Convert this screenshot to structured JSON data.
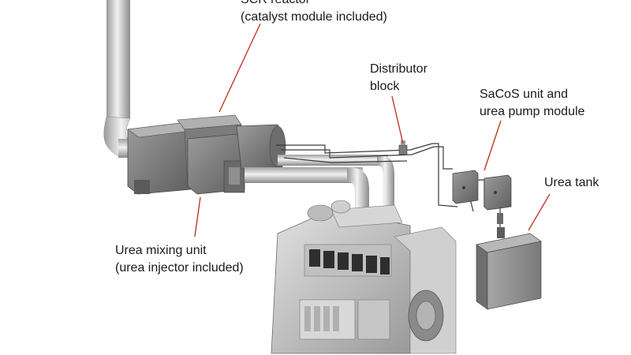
{
  "labels": {
    "scr_reactor": {
      "line1": "SCR reactor",
      "line2": "(catalyst module included)"
    },
    "distributor_block": {
      "line1": "Distributor",
      "line2": "block"
    },
    "sacos_unit": {
      "line1": "SaCoS unit and",
      "line2": "urea pump module"
    },
    "urea_tank": {
      "line1": "Urea tank"
    },
    "urea_mixing_unit": {
      "line1": "Urea mixing unit",
      "line2": "(urea injector included)"
    }
  },
  "colors": {
    "leader_line": "#c0392b",
    "component_gray": "#8a8a8a",
    "pipe_silver": "#c8c8c8",
    "text": "#1a1a1a"
  }
}
